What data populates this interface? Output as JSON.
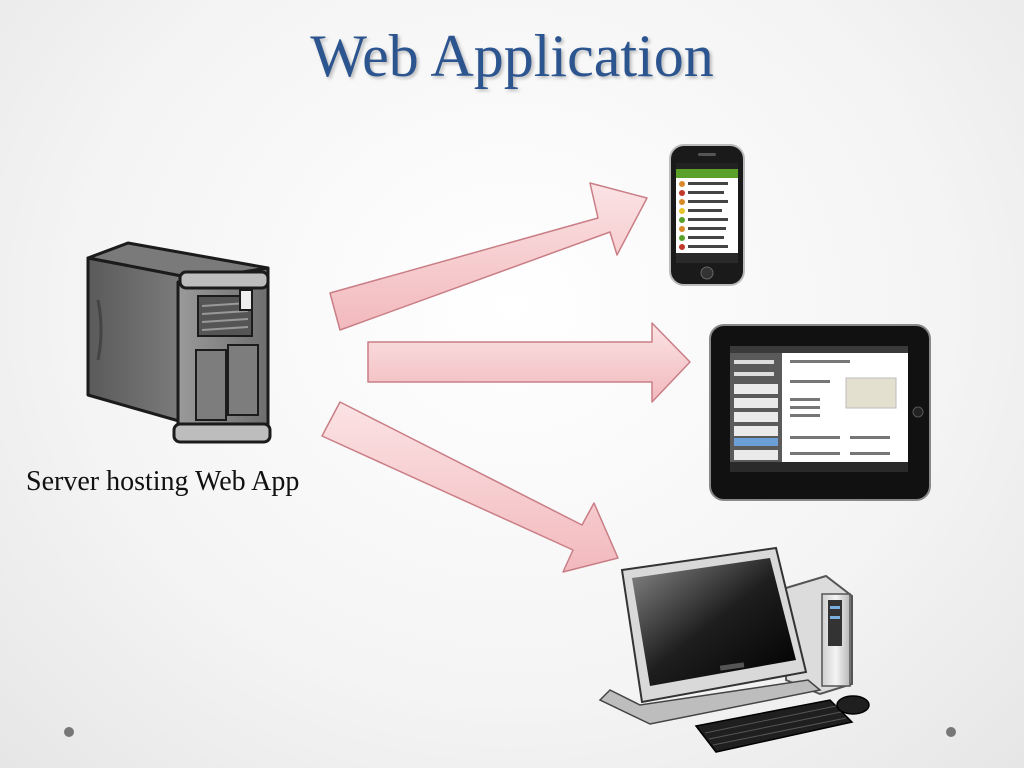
{
  "slide": {
    "title": "Web Application",
    "server_caption": "Server hosting Web App"
  },
  "diagram": {
    "source": "server",
    "targets": [
      "smartphone",
      "tablet",
      "desktop-computer"
    ],
    "arrow_color": "#f7d0d3",
    "arrow_stroke": "#c97e86"
  },
  "colors": {
    "title": "#2c5590",
    "caption": "#111111"
  }
}
